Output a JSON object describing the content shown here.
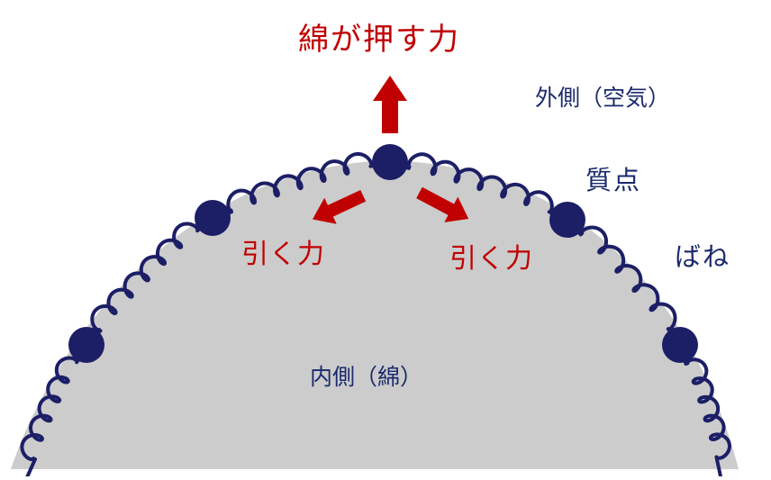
{
  "labels": {
    "push_force": "綿が押す力",
    "outside": "外側（空気）",
    "mass_point": "質点",
    "spring": "ばね",
    "pull_force_left": "引く力",
    "pull_force_right": "引く力",
    "inside": "内側（綿）"
  },
  "colors": {
    "force": "#c00000",
    "mass": "#1c1f66",
    "spring": "#1c1f66",
    "label": "#1a2a6c",
    "cotton_fill": "#cccccc",
    "background": "#ffffff"
  },
  "diagram": {
    "mass_count": 5,
    "spring_count": 6,
    "force_arrows": [
      "up",
      "left-down",
      "right-down"
    ]
  }
}
